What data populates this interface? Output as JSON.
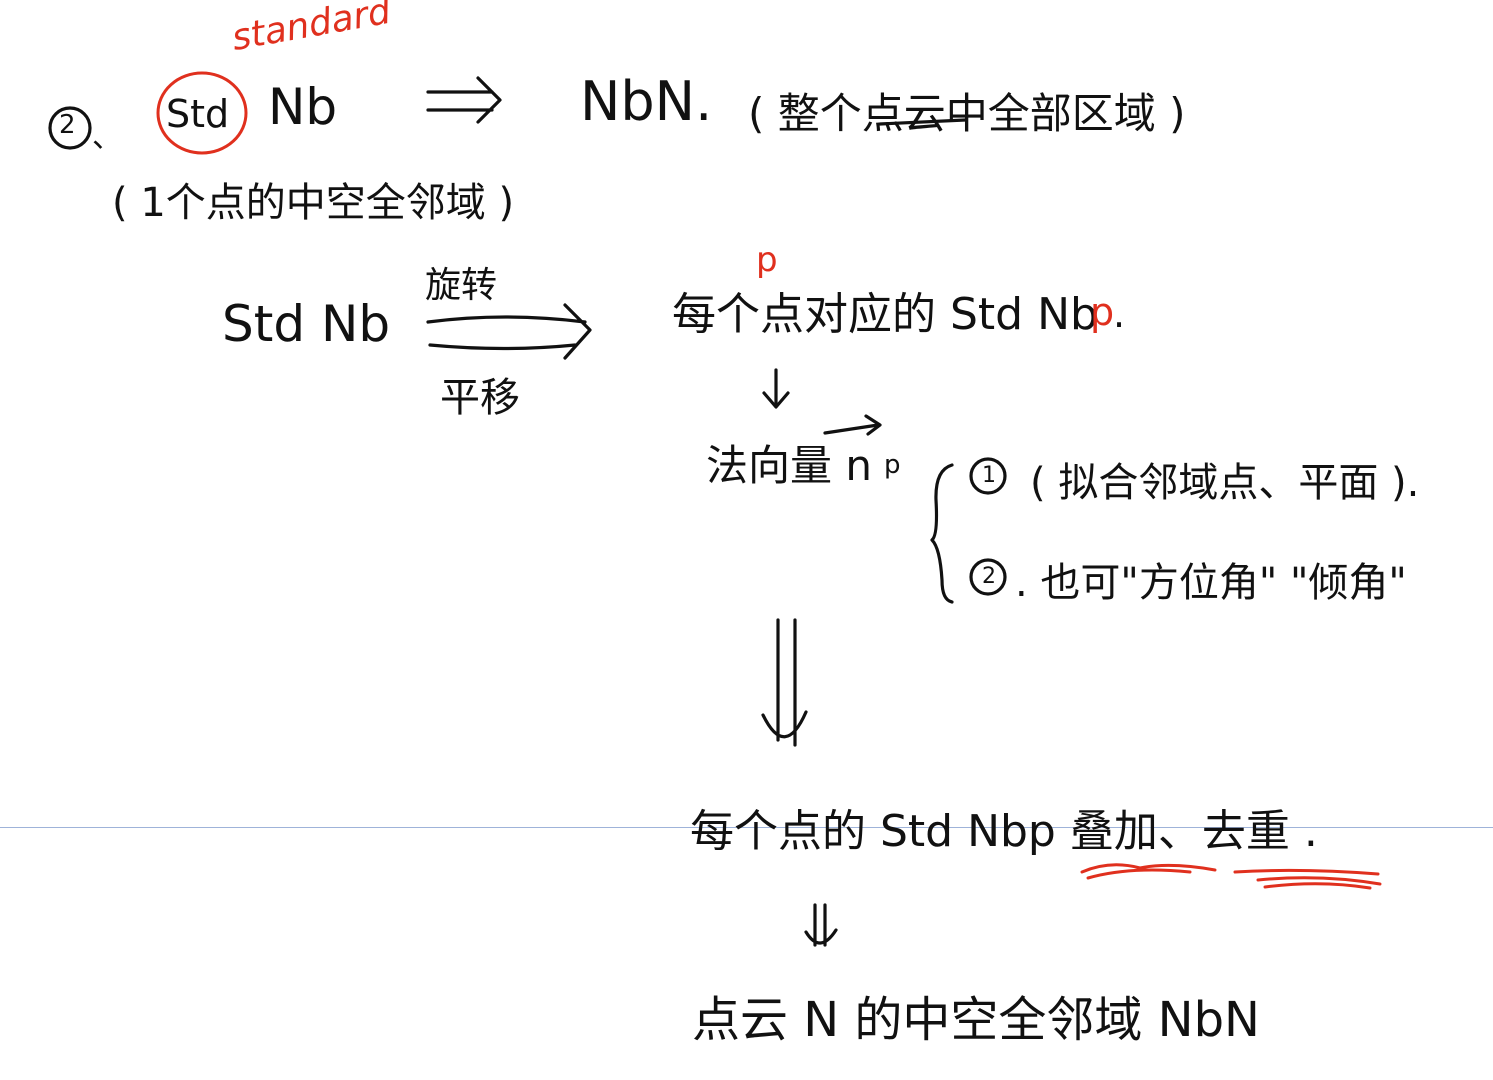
{
  "note": {
    "item_number": "2",
    "item_punct": "、",
    "std_label": "Std",
    "nb_label": "Nb",
    "standard_annotation": "standard",
    "nbn_result": "NbN.",
    "nbn_desc": "( 整个点云中全部区域 )",
    "std_desc": "( 1个点的中空全邻域 )",
    "std_nb_2": "Std Nb",
    "rotate_label": "旋转",
    "translate_label": "平移",
    "each_point_stdnb": "每个点对应的 Std Nb",
    "p_suffix": "p",
    "p_superscript": "p",
    "p_dot": ".",
    "normal_vector": "法向量 n",
    "normal_sub": "p",
    "option_1_num": "1",
    "option_1_text": "( 拟合邻域点、平面 ).",
    "option_2_num": "2",
    "option_2_text": ". 也可\"方位角\" \"倾角\"",
    "stack_line": "每个点的 Std Nbp 叠加、去重 .",
    "final_line": "点云 N 的中空全邻域 NbN"
  }
}
